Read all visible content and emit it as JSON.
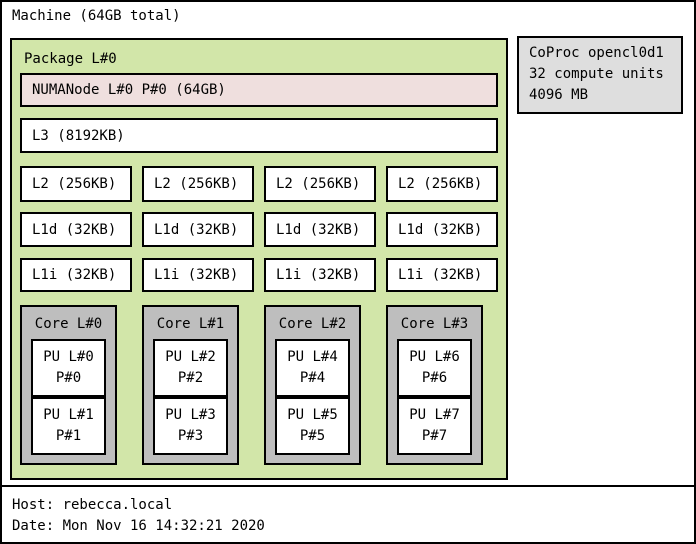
{
  "machine": {
    "label": "Machine (64GB total)"
  },
  "package": {
    "label": "Package L#0",
    "numanode": {
      "label": "NUMANode L#0 P#0 (64GB)"
    },
    "l3": {
      "label": "L3 (8192KB)"
    },
    "l2": [
      "L2 (256KB)",
      "L2 (256KB)",
      "L2 (256KB)",
      "L2 (256KB)"
    ],
    "l1d": [
      "L1d (32KB)",
      "L1d (32KB)",
      "L1d (32KB)",
      "L1d (32KB)"
    ],
    "l1i": [
      "L1i (32KB)",
      "L1i (32KB)",
      "L1i (32KB)",
      "L1i (32KB)"
    ],
    "cores": [
      {
        "label": "Core L#0",
        "pus": [
          {
            "l": "PU L#0",
            "p": "P#0"
          },
          {
            "l": "PU L#1",
            "p": "P#1"
          }
        ]
      },
      {
        "label": "Core L#1",
        "pus": [
          {
            "l": "PU L#2",
            "p": "P#2"
          },
          {
            "l": "PU L#3",
            "p": "P#3"
          }
        ]
      },
      {
        "label": "Core L#2",
        "pus": [
          {
            "l": "PU L#4",
            "p": "P#4"
          },
          {
            "l": "PU L#5",
            "p": "P#5"
          }
        ]
      },
      {
        "label": "Core L#3",
        "pus": [
          {
            "l": "PU L#6",
            "p": "P#6"
          },
          {
            "l": "PU L#7",
            "p": "P#7"
          }
        ]
      }
    ]
  },
  "coproc": {
    "line1": "CoProc opencl0d1",
    "line2": "32 compute units",
    "line3": "4096 MB"
  },
  "legend": {
    "host": "Host: rebecca.local",
    "date": "Date: Mon Nov 16 14:32:21 2020"
  },
  "colors": {
    "package": "#d2e6a9",
    "numanode": "#efdfde",
    "core": "#bebebe",
    "coproc": "#dedede",
    "cache": "#ffffff",
    "border": "#000000",
    "bg": "#ffffff"
  }
}
